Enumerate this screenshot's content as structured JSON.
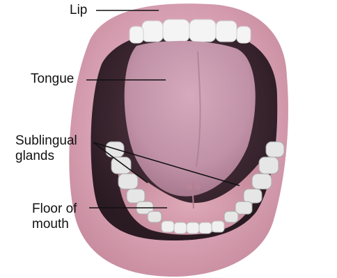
{
  "labels": {
    "lip": "Lip",
    "tongue": "Tongue",
    "sublingual_glands": "Sublingual\nglands",
    "floor_of_mouth": "Floor of\nmouth"
  },
  "colors": {
    "lip_outer": "#d9a0b0",
    "lip_inner": "#c98a9c",
    "cavity": "#3a2a34",
    "tongue": "#c99aae",
    "floor": "#cf9aab",
    "teeth": "#f2f2f2",
    "leader": "#111111"
  },
  "icons": {
    "mouth": "open-mouth-illustration"
  }
}
